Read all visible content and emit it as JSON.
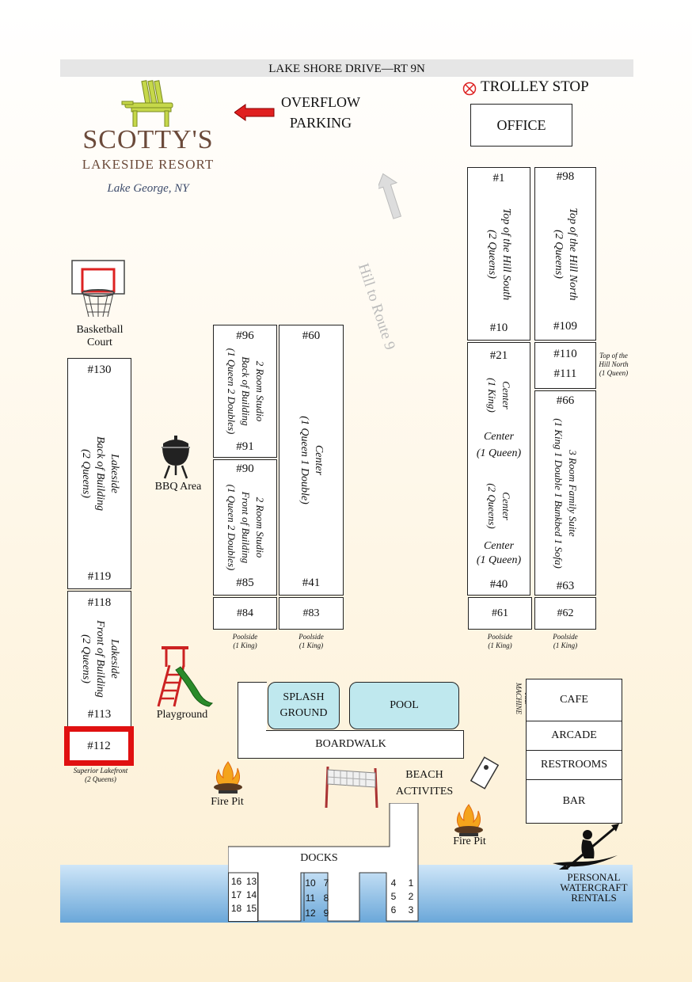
{
  "road": "LAKE SHORE DRIVE—RT 9N",
  "trolley": "TROLLEY STOP",
  "office": "OFFICE",
  "overflow": {
    "line1": "OVERFLOW",
    "line2": "PARKING"
  },
  "hill": "Hill to Route 9",
  "logo": {
    "name": "SCOTTY'S",
    "sub": "LAKESIDE RESORT",
    "place": "Lake George, NY"
  },
  "basketball": {
    "line1": "Basketball",
    "line2": "Court"
  },
  "bbq": "BBQ Area",
  "playground": "Playground",
  "firepit": "Fire Pit",
  "beach": {
    "line1": "BEACH",
    "line2": "ACTIVITES"
  },
  "splash": {
    "line1": "SPLASH",
    "line2": "GROUND"
  },
  "pool": "POOL",
  "boardwalk": "BOARDWALK",
  "docks": "DOCKS",
  "ice": {
    "line1": "ICE",
    "line2": "MACHINE"
  },
  "cafe": "CAFE",
  "arcade": "ARCADE",
  "restrooms": "RESTROOMS",
  "bar": "BAR",
  "watercraft": {
    "line1": "PERSONAL",
    "line2": "WATERCRAFT",
    "line3": "RENTALS"
  },
  "rooms": {
    "r130": "#130",
    "r119": "#119",
    "lakeside_back": {
      "a": "Lakeside",
      "b": "Back of Building",
      "c": "(2 Queens)"
    },
    "r118": "#118",
    "r113": "#113",
    "lakeside_front": {
      "a": "Lakeside",
      "b": "Front of Building",
      "c": "(2 Queens)"
    },
    "r112": "#112",
    "superior": {
      "a": "Superior Lakefront",
      "b": "(2 Queens)"
    },
    "r96": "#96",
    "r91": "#91",
    "studio_back": {
      "a": "2 Room Studio",
      "b": "Back of Building",
      "c": "(1 Queen 2 Doubles)"
    },
    "r90": "#90",
    "r85": "#85",
    "studio_front": {
      "a": "2 Room Studio",
      "b": "Front of Building",
      "c": "(1 Queen 2 Doubles)"
    },
    "r60": "#60",
    "r41": "#41",
    "center_qd": {
      "a": "Center",
      "b": "(1 Queen 1 Double)"
    },
    "r84": "#84",
    "r83": "#83",
    "r61": "#61",
    "r62": "#62",
    "poolside": {
      "a": "Poolside",
      "b": "(1 King)"
    },
    "r1": "#1",
    "r10": "#10",
    "toph_south": {
      "a": "Top of the Hill South",
      "b": "(2 Queens)"
    },
    "r98": "#98",
    "r109": "#109",
    "toph_north": {
      "a": "Top of the Hill North",
      "b": "(2 Queens)"
    },
    "r110": "#110",
    "r111": "#111",
    "toph_north_small": {
      "a": "Top of the",
      "b": "Hill North",
      "c": "(1 Queen)"
    },
    "r21": "#21",
    "r40": "#40",
    "center_king": {
      "a": "Center",
      "b": "(1 King)"
    },
    "center_queen1": {
      "a": "Center",
      "b": "(1 Queen)"
    },
    "center_2q": {
      "a": "Center",
      "b": "(2 Queens)"
    },
    "center_queen2": {
      "a": "Center",
      "b": "(1 Queen)"
    },
    "r66": "#66",
    "r63": "#63",
    "family": {
      "a": "3 Room Family Suite",
      "b": "(1 King 1 Double 1 Bunkbed 1 Sofa)"
    }
  },
  "dock_slips": {
    "left": [
      "16",
      "13",
      "17",
      "14",
      "18",
      "15"
    ],
    "middle": [
      "10",
      "7",
      "11",
      "8",
      "12",
      "9"
    ],
    "right": [
      "4",
      "1",
      "5",
      "2",
      "6",
      "3"
    ]
  }
}
